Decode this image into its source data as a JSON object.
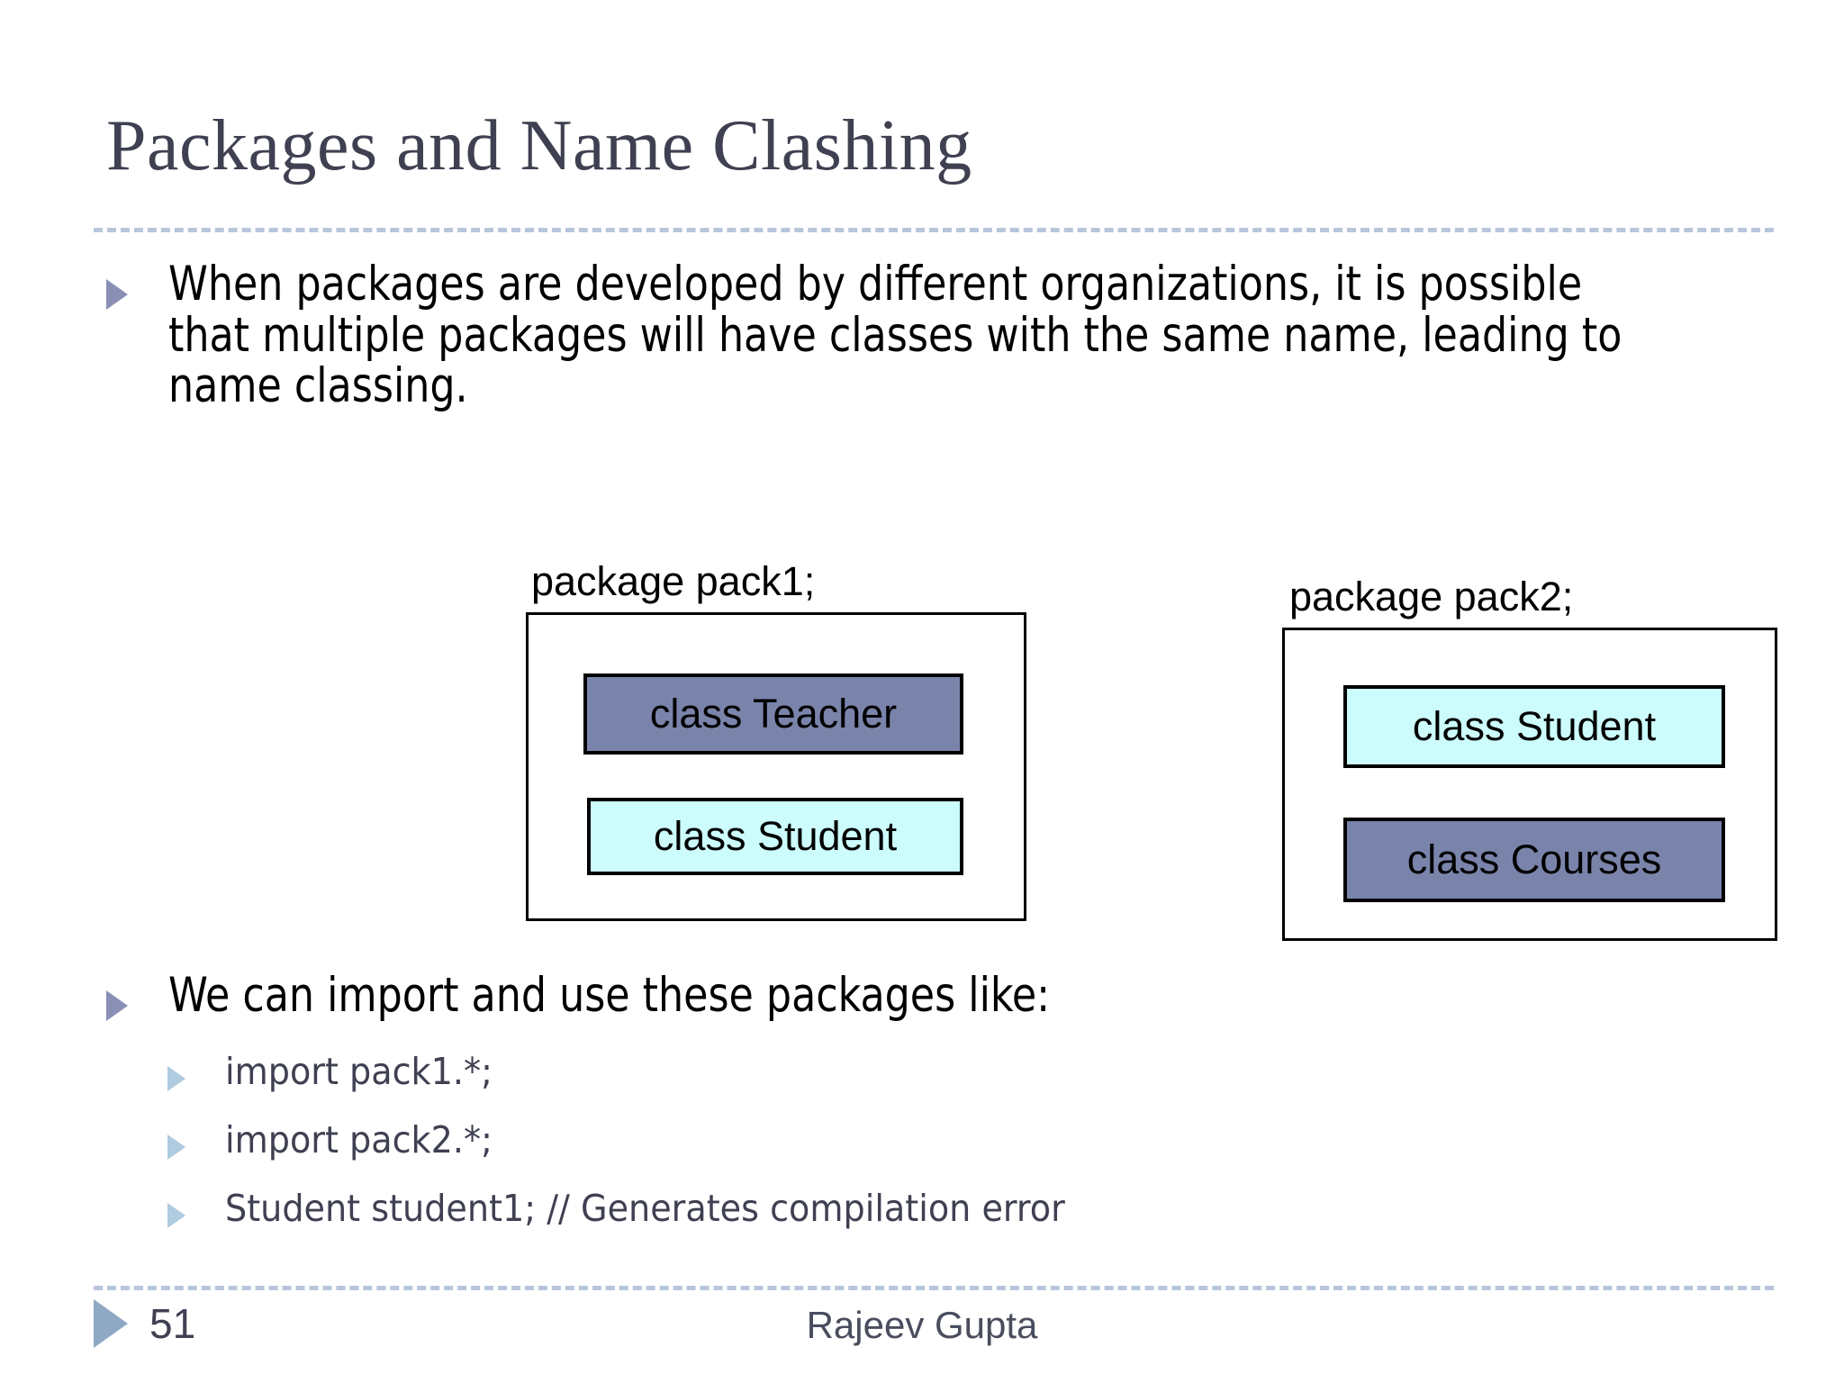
{
  "slide": {
    "title": "Packages and Name Clashing",
    "title_color": "#3f4152",
    "divider_color": "#b8c6dc",
    "background_color": "#ffffff"
  },
  "body": {
    "bullets": [
      {
        "level": 1,
        "text": "When packages are developed by different organizations, it is possible that multiple packages will have classes with the same name, leading to name classing.",
        "bullet_icon": "triangle-right-icon",
        "bullet_color": "#8a8fb5"
      },
      {
        "level": 1,
        "text": "We can import and use these packages like:",
        "bullet_icon": "triangle-right-icon",
        "bullet_color": "#8a8fb5"
      }
    ],
    "sub_bullets": [
      {
        "level": 2,
        "text": "import pack1.*;",
        "bullet_icon": "triangle-right-icon",
        "bullet_color": "#aecbe0"
      },
      {
        "level": 2,
        "text": "import pack2.*;",
        "bullet_icon": "triangle-right-icon",
        "bullet_color": "#aecbe0"
      },
      {
        "level": 2,
        "text": "Student student1; // Generates compilation error",
        "bullet_icon": "triangle-right-icon",
        "bullet_color": "#aecbe0"
      }
    ]
  },
  "diagram": {
    "packages": [
      {
        "label": "package pack1;",
        "classes": [
          {
            "name": "class Teacher",
            "fill": "#7a84ab"
          },
          {
            "name": "class Student",
            "fill": "#ccfcfc"
          }
        ]
      },
      {
        "label": "package pack2;",
        "classes": [
          {
            "name": "class Student",
            "fill": "#ccfcfc"
          },
          {
            "name": "class Courses",
            "fill": "#7a84ab"
          }
        ]
      }
    ]
  },
  "footer": {
    "slide_number": "51",
    "author": "Rajeev Gupta",
    "marker_icon": "triangle-right-icon",
    "marker_color": "#8fa9c4"
  }
}
